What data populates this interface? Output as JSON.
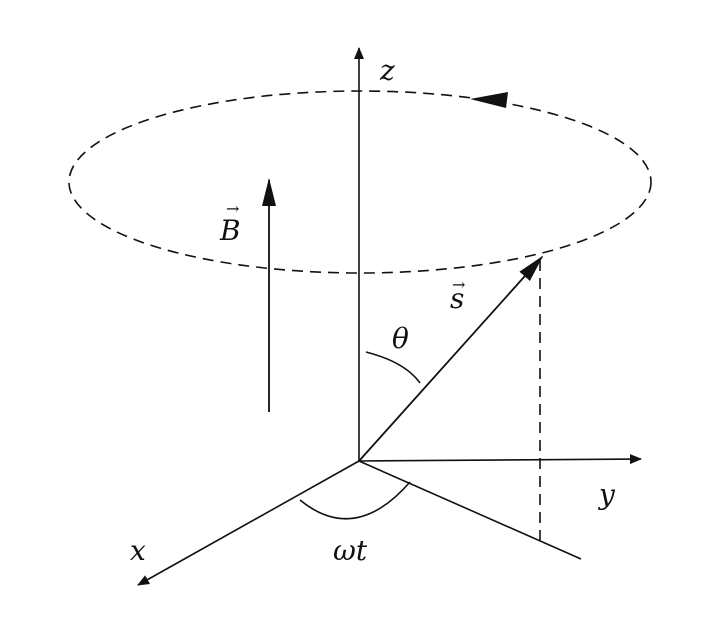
{
  "labels": {
    "z_axis": "z",
    "y_axis": "y",
    "x_axis": "x",
    "b_field": "B",
    "spin": "s",
    "theta": "θ",
    "omega_t": "ωt",
    "vector_arrow": "→"
  },
  "colors": {
    "ink": "#111111",
    "background": "#ffffff"
  },
  "icons": {
    "precession_direction": "arrowhead-left-icon"
  }
}
